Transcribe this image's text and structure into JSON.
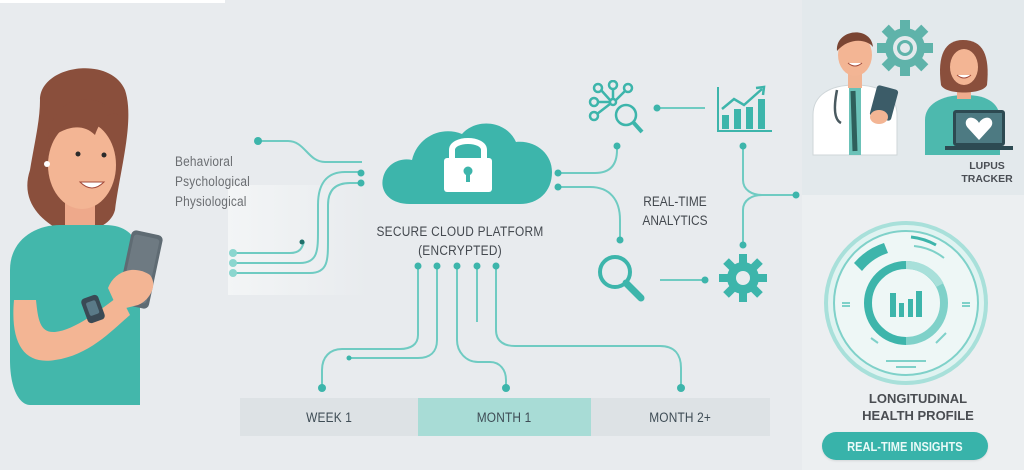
{
  "colors": {
    "background": "#e8ebee",
    "teal": "#3db5ab",
    "teal_light": "#7fd1c9",
    "teal_pale": "#a8dcd6",
    "text_dark": "#44494f",
    "hair": "#8a4f3c",
    "skin": "#f3b594",
    "shirt": "#43b7ab"
  },
  "patient": {
    "data_types": [
      "Behavioral",
      "Psychological",
      "Physiological"
    ]
  },
  "cloud": {
    "title_line1": "SECURE CLOUD PLATFORM",
    "title_line2": "(ENCRYPTED)",
    "icon": "lock-icon"
  },
  "analytics": {
    "label_line1": "REAL-TIME",
    "label_line2": "ANALYTICS",
    "icons": [
      "network-search-icon",
      "bar-chart-growth-icon",
      "magnifier-icon",
      "gear-icon"
    ]
  },
  "care_team": {
    "label_line1": "LUPUS",
    "label_line2": "TRACKER",
    "icons": [
      "doctor-icon",
      "gear-icon",
      "patient-laptop-icon",
      "heart-icon"
    ]
  },
  "timeline": {
    "segments": [
      {
        "label": "WEEK 1",
        "active": false
      },
      {
        "label": "MONTH 1",
        "active": true
      },
      {
        "label": "MONTH 2+",
        "active": false
      }
    ]
  },
  "profile": {
    "label_line1": "LONGITUDINAL",
    "label_line2": "HEALTH PROFILE",
    "button_label": "REAL-TIME INSIGHTS",
    "icon": "health-dashboard-dial-icon"
  }
}
